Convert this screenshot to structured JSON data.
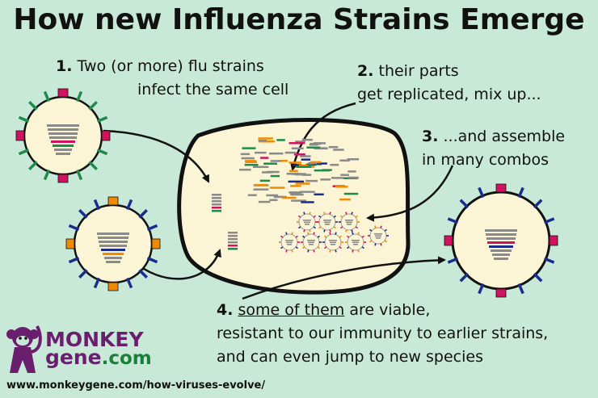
{
  "title": "How new Influenza Strains Emerge",
  "steps": [
    {
      "num": "1.",
      "lines": [
        "Two (or more) flu strains",
        "infect the same cell"
      ]
    },
    {
      "num": "2.",
      "lines": [
        "their parts",
        "get replicated, mix up..."
      ]
    },
    {
      "num": "3.",
      "lines": [
        "...and assemble",
        "in many combos"
      ]
    },
    {
      "num": "4.",
      "underlined": "some of them",
      "lines": [
        " are viable,",
        "resistant to our immunity to earlier strains,",
        "and can even jump to new species"
      ]
    }
  ],
  "logo": {
    "line1": "MONKEY",
    "line2a": "gene",
    "line2b": ".com"
  },
  "url": "www.monkeygene.com/how-viruses-evolve/",
  "colors": {
    "background": "#c9e9d8",
    "cell_fill": "#fbf5d6",
    "strain_a_receptor": "#d1125f",
    "strain_a_spike": "#1e8a4c",
    "strain_b_receptor": "#f08a00",
    "strain_b_spike": "#1a2c8c",
    "segment_gray": "#8a8a8a",
    "arrow": "#111111"
  }
}
